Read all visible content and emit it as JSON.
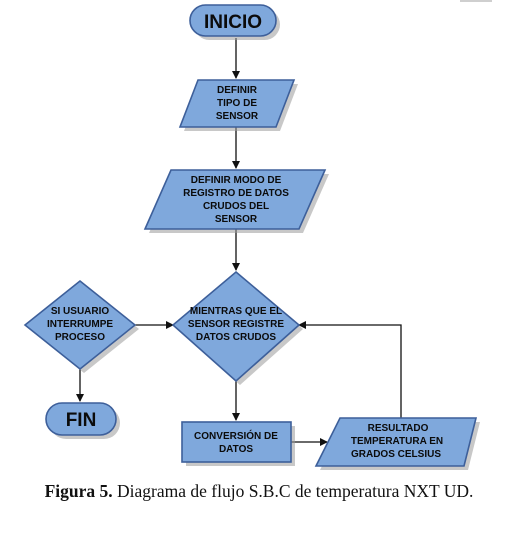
{
  "nodes": {
    "inicio": {
      "lines": [
        "INICIO"
      ]
    },
    "definir_tipo": {
      "lines": [
        "DEFINIR",
        "TIPO DE",
        "SENSOR"
      ]
    },
    "definir_modo": {
      "lines": [
        "DEFINIR MODO DE",
        "REGISTRO DE DATOS",
        "CRUDOS DEL",
        "SENSOR"
      ]
    },
    "mientras": {
      "lines": [
        "MIENTRAS QUE EL",
        "SENSOR REGISTRE",
        "DATOS CRUDOS"
      ]
    },
    "si_usuario": {
      "lines": [
        "SI USUARIO",
        "INTERRUMPE",
        "PROCESO"
      ]
    },
    "fin": {
      "lines": [
        "FIN"
      ]
    },
    "conversion": {
      "lines": [
        "CONVERSIÓN DE",
        "DATOS"
      ]
    },
    "resultado": {
      "lines": [
        "RESULTADO",
        "TEMPERATURA EN",
        "GRADOS CELSIUS"
      ]
    }
  },
  "colors": {
    "node_fill": "#7fa8dc",
    "node_stroke": "#3d5f9a",
    "edge": "#111111"
  },
  "caption": {
    "label": "Figura 5.",
    "text": " Diagrama de flujo S.B.C de temperatura NXT UD."
  }
}
